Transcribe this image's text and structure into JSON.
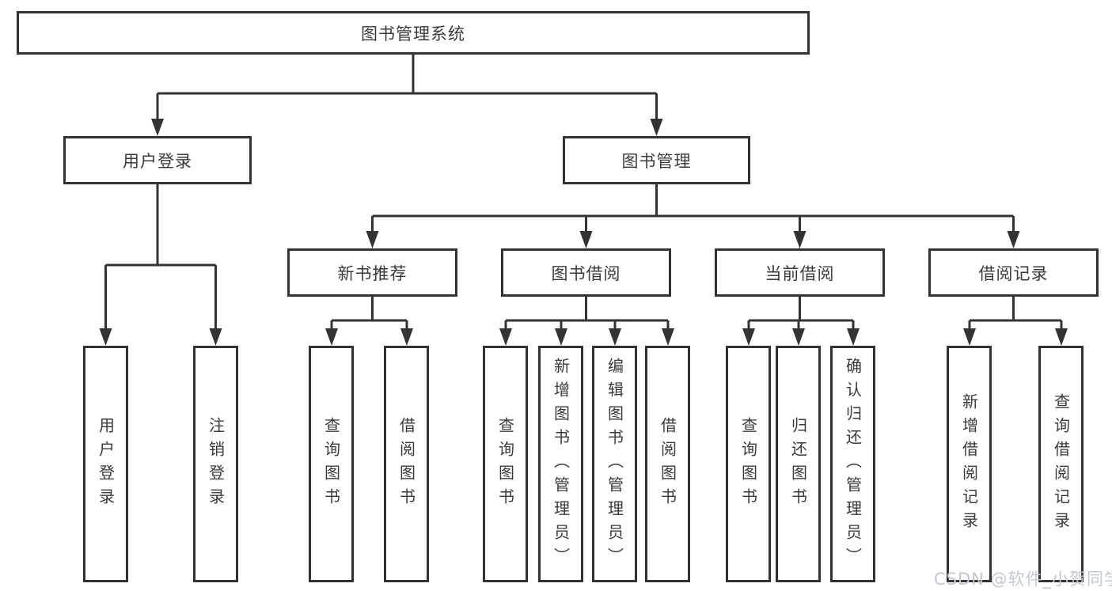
{
  "diagram": {
    "root": {
      "label": "图书管理系统"
    },
    "branches": [
      {
        "label": "用户登录",
        "children": [
          {
            "label": "用户登录"
          },
          {
            "label": "注销登录"
          }
        ]
      },
      {
        "label": "图书管理",
        "children": [
          {
            "label": "新书推荐",
            "children": [
              {
                "label": "查询图书"
              },
              {
                "label": "借阅图书"
              }
            ]
          },
          {
            "label": "图书借阅",
            "children": [
              {
                "label": "查询图书"
              },
              {
                "label": "新增图书（管理员）"
              },
              {
                "label": "编辑图书（管理员）"
              },
              {
                "label": "借阅图书"
              }
            ]
          },
          {
            "label": "当前借阅",
            "children": [
              {
                "label": "查询图书"
              },
              {
                "label": "归还图书"
              },
              {
                "label": "确认归还（管理员）"
              }
            ]
          },
          {
            "label": "借阅记录",
            "children": [
              {
                "label": "新增借阅记录"
              },
              {
                "label": "查询借阅记录"
              }
            ]
          }
        ]
      }
    ]
  },
  "watermark": {
    "text": "CSDN @软件_小贺同学"
  },
  "colors": {
    "line": "#333333",
    "box_border": "#333333",
    "box_fill": "#ffffff",
    "text": "#3a3a3e",
    "background": "#ffffff",
    "watermark": "#c2c8d2"
  }
}
